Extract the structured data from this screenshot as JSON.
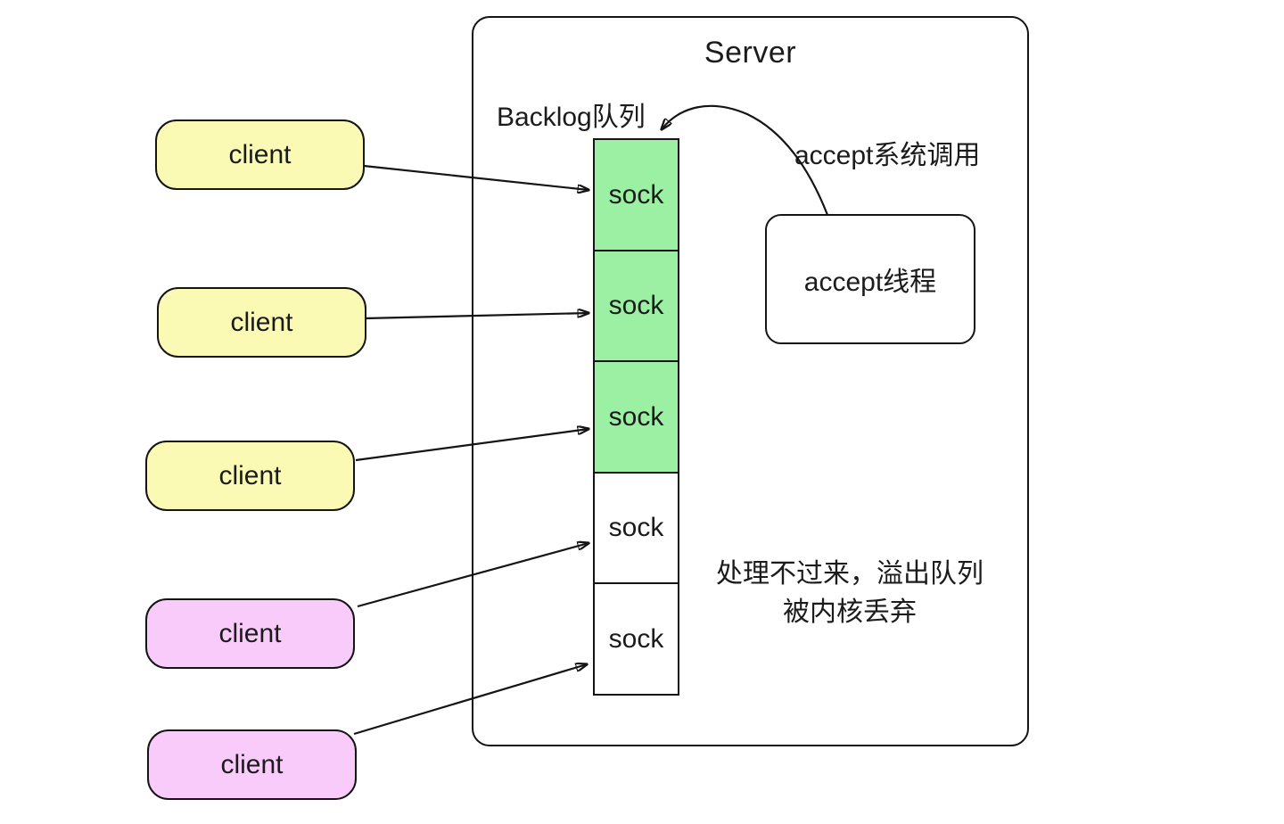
{
  "server": {
    "title": "Server",
    "backlog_label": "Backlog队列",
    "accept_syscall_label": "accept系统调用",
    "accept_thread_label": "accept线程",
    "overflow_note_line1": "处理不过来，溢出队列",
    "overflow_note_line2": "被内核丢弃"
  },
  "backlog_queue": {
    "socks": [
      {
        "label": "sock",
        "filled": true
      },
      {
        "label": "sock",
        "filled": true
      },
      {
        "label": "sock",
        "filled": true
      },
      {
        "label": "sock",
        "filled": false
      },
      {
        "label": "sock",
        "filled": false
      }
    ]
  },
  "clients": [
    {
      "label": "client",
      "state": "accepted"
    },
    {
      "label": "client",
      "state": "accepted"
    },
    {
      "label": "client",
      "state": "accepted"
    },
    {
      "label": "client",
      "state": "overflow"
    },
    {
      "label": "client",
      "state": "overflow"
    }
  ],
  "colors": {
    "accepted_client_fill": "#fafab4",
    "overflow_client_fill": "#f9cbfa",
    "filled_sock_fill": "#9bf0a3",
    "empty_sock_fill": "#ffffff",
    "stroke": "#141414",
    "background": "#ffffff"
  }
}
